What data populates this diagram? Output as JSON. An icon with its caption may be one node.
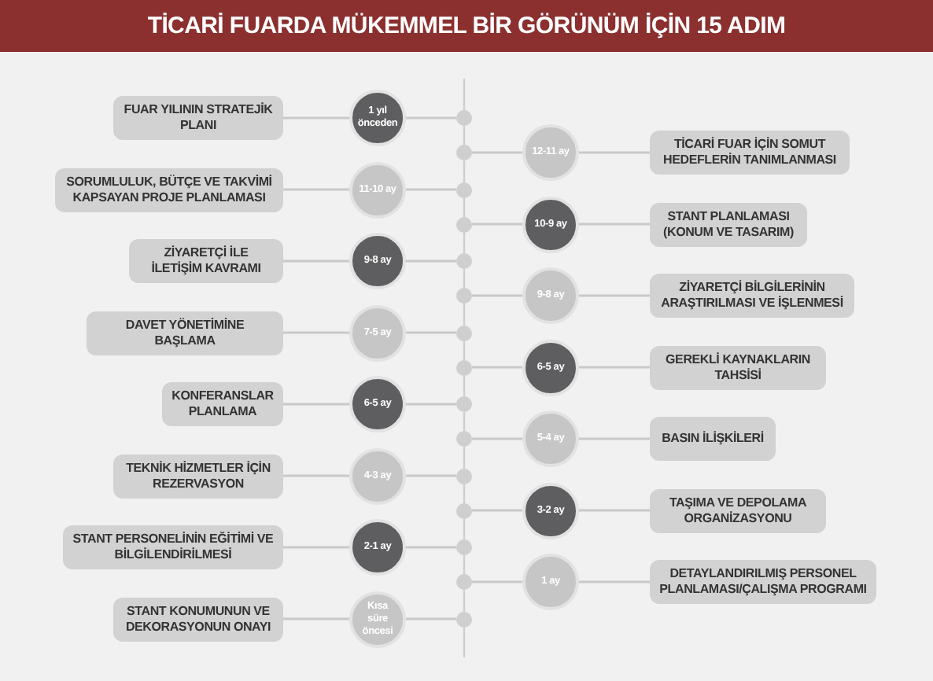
{
  "diagram": {
    "title": "TİCARİ FUARDA MÜKEMMEL BİR GÖRÜNÜM İÇİN 15 ADIM",
    "nodes": [
      {
        "text": [
          "FUAR YILININ STRATEJİK PLANI"
        ]
      },
      {
        "text": [
          "1 yıl önceden"
        ]
      },
      {
        "text": [],
        "shape": "circle"
      },
      {
        "text": [
          "TİCARİ FUAR İÇİN SOMUT HEDEFLERİN TANIMLANMASI"
        ]
      },
      {
        "text": [
          "12-11 ay"
        ]
      },
      {
        "text": [],
        "shape": "circle"
      },
      {
        "text": [
          "SORUMLULUK, BÜTÇE VE TAKVİMİ KAPSAYAN PROJE PLANLAMASI"
        ]
      },
      {
        "text": [
          "11-10 ay"
        ]
      },
      {
        "text": [],
        "shape": "circle"
      },
      {
        "text": [
          "STANT PLANLAMASI (KONUM VE TASARIM)"
        ]
      },
      {
        "text": [
          "10-9 ay"
        ]
      },
      {
        "text": [],
        "shape": "circle"
      },
      {
        "text": [
          "ZİYARETÇİ İLE İLETİŞİM KAVRAMI"
        ]
      },
      {
        "text": [
          "9-8 ay"
        ]
      },
      {
        "text": [],
        "shape": "circle"
      },
      {
        "text": [
          "ZİYARETÇİ BİLGİLERİNİN ARAŞTIRILMASI VE İŞLENMESİ"
        ]
      },
      {
        "text": [
          "9-8 ay"
        ]
      },
      {
        "text": [],
        "shape": "circle"
      },
      {
        "text": [
          "DAVET YÖNETİMİNE BAŞLAMA"
        ]
      },
      {
        "text": [
          "7-5 ay"
        ]
      },
      {
        "text": [],
        "shape": "circle"
      },
      {
        "text": [
          "GEREKLİ KAYNAKLARIN TAHSİSİ"
        ]
      },
      {
        "text": [
          "6-5 ay"
        ]
      },
      {
        "text": [],
        "shape": "circle"
      },
      {
        "text": [
          "KONFERANSLAR PLANLAMA"
        ]
      },
      {
        "text": [
          "6-5 ay"
        ]
      },
      {
        "text": [],
        "shape": "circle"
      },
      {
        "text": [
          "BASIN İLİŞKİLERİ"
        ]
      },
      {
        "text": [
          "5-4 ay"
        ]
      },
      {
        "text": [],
        "shape": "circle"
      },
      {
        "text": [
          "TEKNİK HİZMETLER İÇİN REZERVASYON"
        ]
      },
      {
        "text": [
          "4-3 ay"
        ]
      },
      {
        "text": [],
        "shape": "circle"
      },
      {
        "text": [
          "TAŞIMA VE DEPOLAMA ORGANİZASYONU"
        ]
      },
      {
        "text": [
          "3-2 ay"
        ]
      },
      {
        "text": [],
        "shape": "circle"
      },
      {
        "text": [
          "STANT PERSONELİNİN EĞİTİMİ VE BİLGİLENDİRİLMESİ"
        ]
      },
      {
        "text": [
          "2-1 ay"
        ]
      },
      {
        "text": [],
        "shape": "circle"
      },
      {
        "text": [
          "DETAYLANDIRILMIŞ PERSONEL PLANLAMASI/ÇALIŞMA PROGRAMI"
        ]
      },
      {
        "text": [
          "1 ay"
        ]
      },
      {
        "text": [],
        "shape": "circle"
      },
      {
        "text": [
          "STANT KONUMUNUN VE DEKORASYONUN ONAYI"
        ]
      },
      {
        "text": [
          "Kısa süre öncesi"
        ]
      },
      {
        "text": [],
        "shape": "circle"
      }
    ],
    "edges": [
      {
        "from": 0,
        "to": 1,
        "arrow": "none"
      },
      {
        "from": 1,
        "to": 2,
        "arrow": "none"
      },
      {
        "from": 5,
        "to": 4,
        "arrow": "none"
      },
      {
        "from": 4,
        "to": 3,
        "arrow": "none"
      },
      {
        "from": 6,
        "to": 7,
        "arrow": "none"
      },
      {
        "from": 7,
        "to": 8,
        "arrow": "none"
      },
      {
        "from": 11,
        "to": 10,
        "arrow": "none"
      },
      {
        "from": 10,
        "to": 9,
        "arrow": "none"
      },
      {
        "from": 12,
        "to": 13,
        "arrow": "none"
      },
      {
        "from": 13,
        "to": 14,
        "arrow": "none"
      },
      {
        "from": 17,
        "to": 16,
        "arrow": "none"
      },
      {
        "from": 16,
        "to": 15,
        "arrow": "none"
      },
      {
        "from": 18,
        "to": 19,
        "arrow": "none"
      },
      {
        "from": 19,
        "to": 20,
        "arrow": "none"
      },
      {
        "from": 23,
        "to": 22,
        "arrow": "none"
      },
      {
        "from": 22,
        "to": 21,
        "arrow": "none"
      },
      {
        "from": 24,
        "to": 25,
        "arrow": "none"
      },
      {
        "from": 25,
        "to": 26,
        "arrow": "none"
      },
      {
        "from": 29,
        "to": 28,
        "arrow": "none"
      },
      {
        "from": 28,
        "to": 27,
        "arrow": "none"
      },
      {
        "from": 30,
        "to": 31,
        "arrow": "none"
      },
      {
        "from": 31,
        "to": 32,
        "arrow": "none"
      },
      {
        "from": 35,
        "to": 34,
        "arrow": "none"
      },
      {
        "from": 34,
        "to": 33,
        "arrow": "none"
      },
      {
        "from": 36,
        "to": 37,
        "arrow": "none"
      },
      {
        "from": 37,
        "to": 38,
        "arrow": "none"
      },
      {
        "from": 41,
        "to": 40,
        "arrow": "none"
      },
      {
        "from": 40,
        "to": 39,
        "arrow": "none"
      },
      {
        "from": 42,
        "to": 43,
        "arrow": "none"
      },
      {
        "from": 43,
        "to": 44,
        "arrow": "none"
      }
    ]
  }
}
